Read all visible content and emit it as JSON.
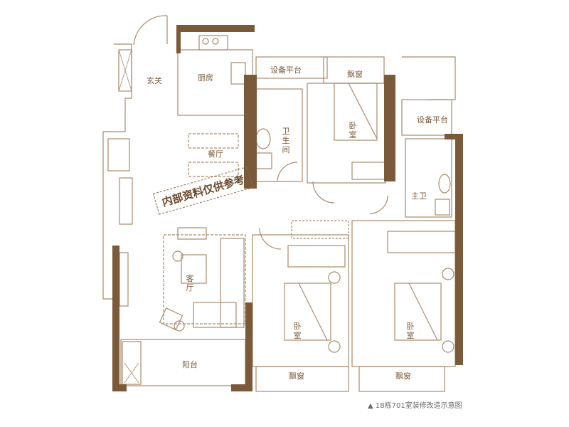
{
  "title": "Floor plan - 3 bedroom apartment",
  "colors": {
    "wall": "#7b5a3a",
    "line": "#a88a6c",
    "text": "#7a5a3c",
    "background": "#ffffff"
  },
  "rooms": {
    "entrance": "玄关",
    "kitchen": "厨房",
    "equipment_platform_1": "设备平台",
    "bay_window_top": "飘窗",
    "bathroom": "卫生间",
    "bedroom_top": "卧室",
    "equipment_platform_2": "设备平台",
    "dining": "餐厅",
    "master_bath": "主卫",
    "living": "客厅",
    "bedroom_left": "卧室",
    "bedroom_right": "卧室",
    "balcony": "阳台",
    "bay_window_left": "飘窗",
    "bay_window_right": "飘窗"
  },
  "stamp": "内部资料仅供参考",
  "caption": "▲ 18栋701室装修改造示意图"
}
